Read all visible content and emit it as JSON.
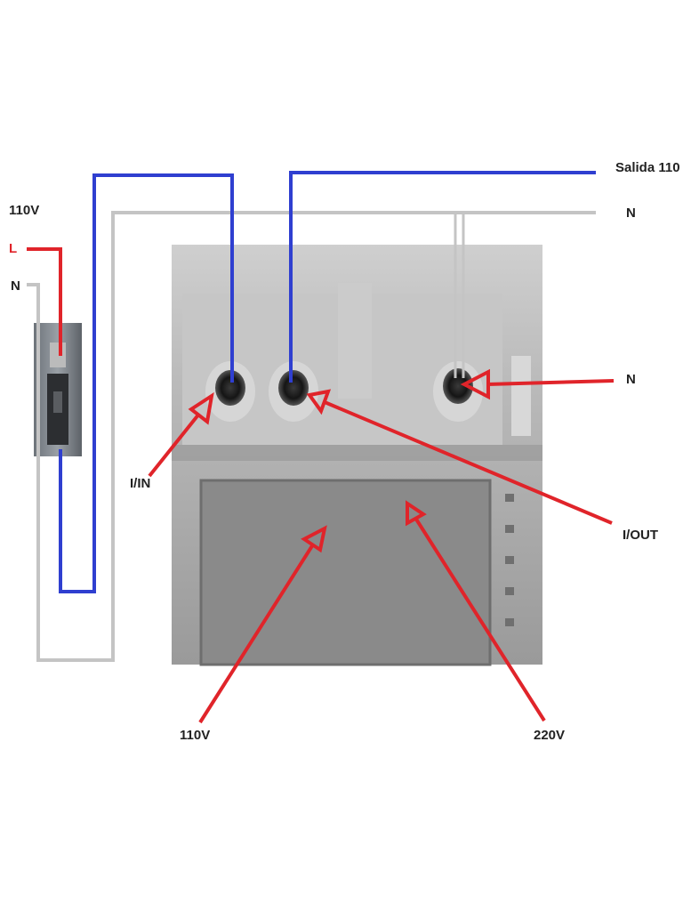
{
  "labels": {
    "supply_voltage": "110V",
    "supply_line": "L",
    "supply_neutral": "N",
    "output": "Salida 110",
    "output_neutral": "N",
    "terminal_neutral": "N",
    "terminal_in": "I/IN",
    "terminal_out": "I/OUT",
    "bottom_110": "110V",
    "bottom_220": "220V"
  },
  "colors": {
    "line_wire": "#e0242a",
    "switched_wire": "#2f3fd0",
    "neutral_wire": "#c4c4c4",
    "arrow": "#e0242a",
    "line_label": "#e0242a"
  }
}
